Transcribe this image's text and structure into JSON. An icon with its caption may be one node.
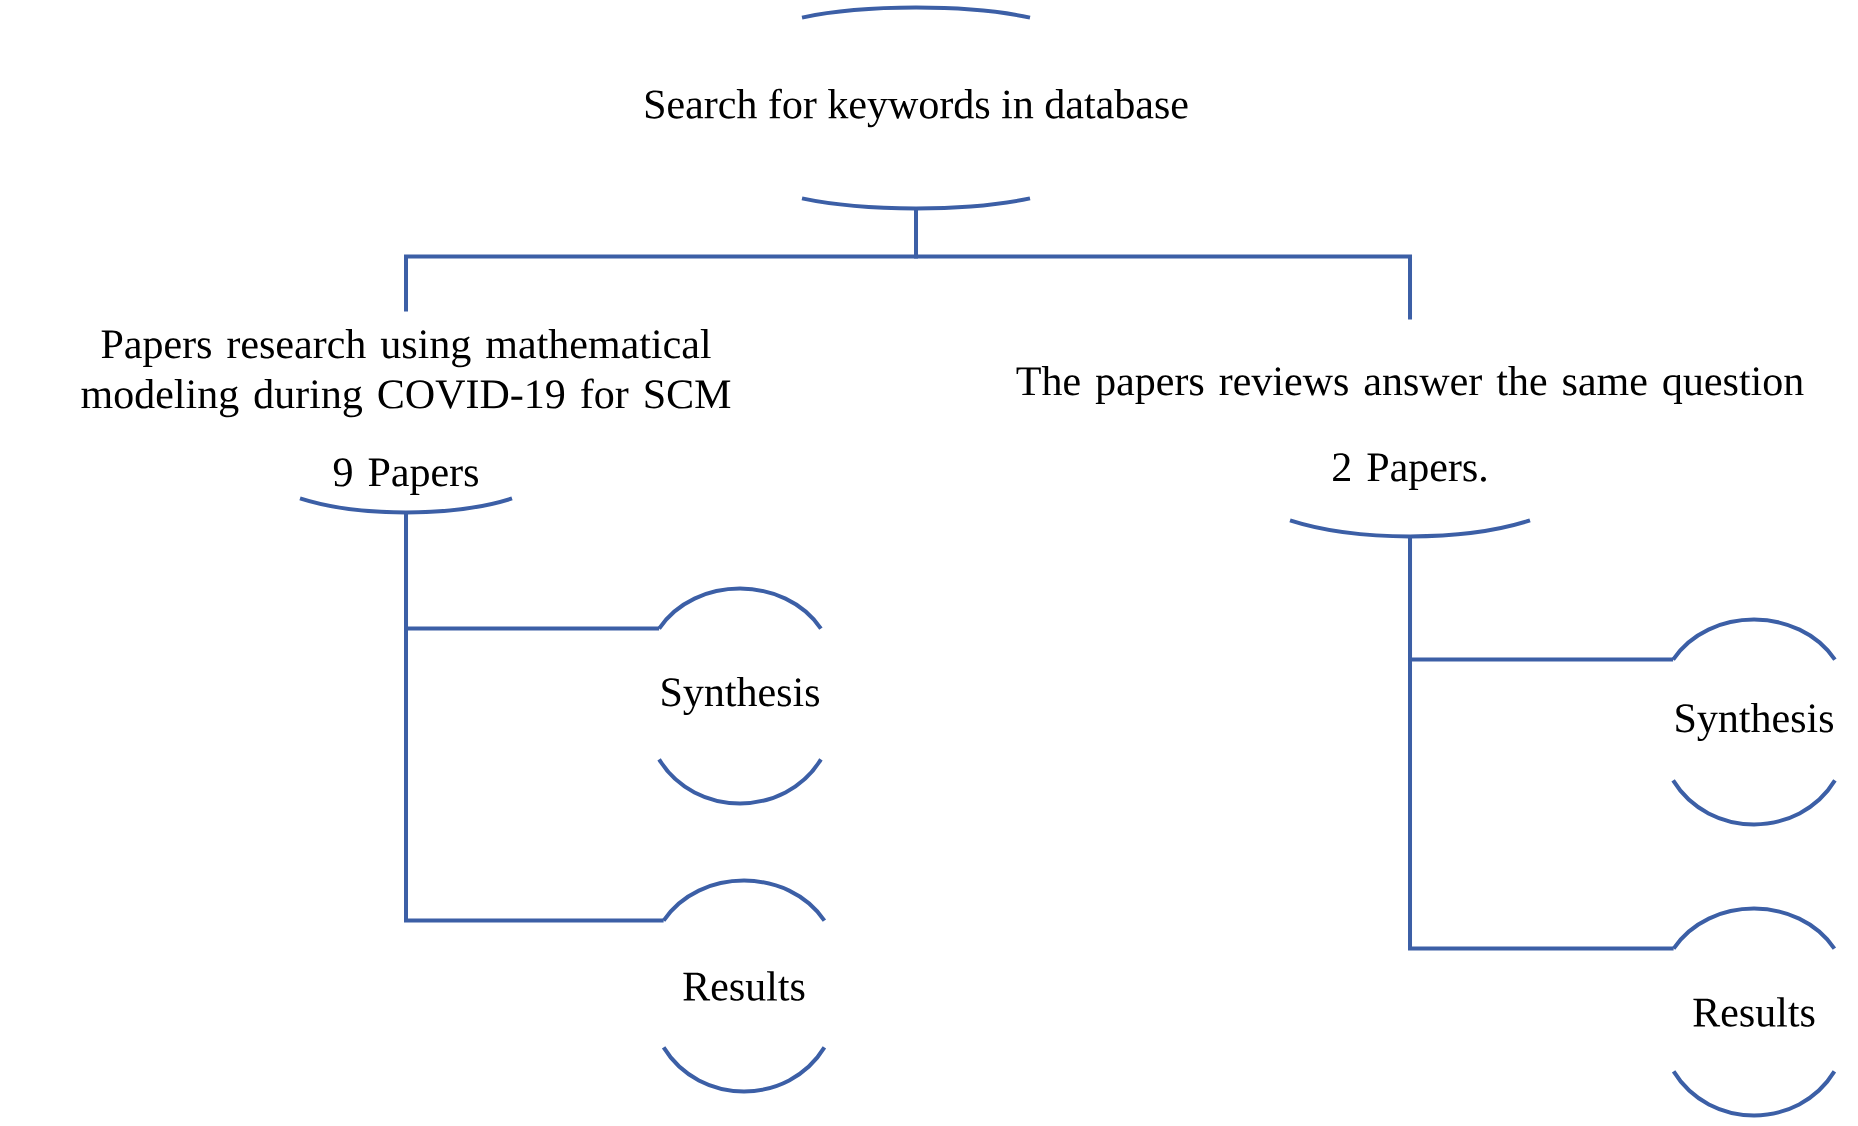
{
  "diagram": {
    "nodes": [
      {
        "text": [
          "Search for keywords in database"
        ]
      },
      {
        "text": [
          "Papers research using mathematical modeling during COVID-19 for SCM",
          "9 Papers"
        ]
      },
      {
        "text": [
          "The papers reviews answer the same question",
          "2 Papers."
        ]
      },
      {
        "text": [
          "Synthesis"
        ]
      },
      {
        "text": [
          "Results"
        ]
      },
      {
        "text": [
          "Synthesis"
        ]
      },
      {
        "text": [
          "Results"
        ]
      }
    ],
    "edges": [
      {
        "from": 0,
        "to": 1,
        "arrow": "none"
      },
      {
        "from": 0,
        "to": 2,
        "arrow": "none"
      },
      {
        "from": 1,
        "to": 3,
        "arrow": "none"
      },
      {
        "from": 1,
        "to": 4,
        "arrow": "none"
      },
      {
        "from": 2,
        "to": 5,
        "arrow": "none"
      },
      {
        "from": 2,
        "to": 6,
        "arrow": "none"
      }
    ]
  }
}
